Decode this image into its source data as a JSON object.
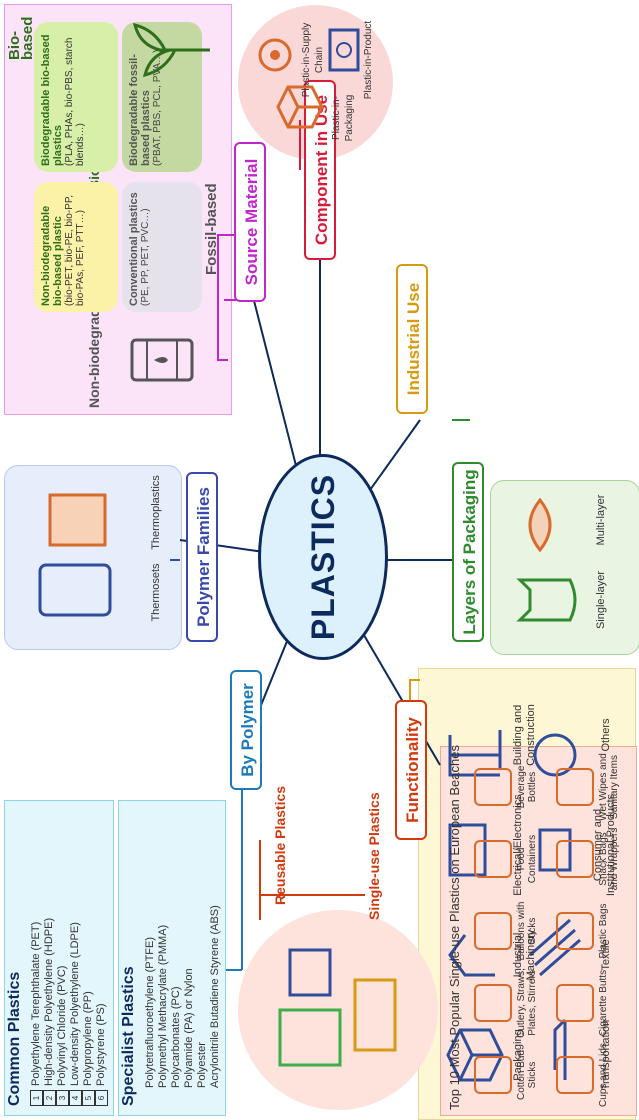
{
  "center_label": "PLASTICS",
  "branches": {
    "source_material": "Source Material",
    "component_in_use": "Component in Use",
    "industrial_use": "Industrial Use",
    "layers_of_packaging": "Layers of Packaging",
    "functionality": "Functionality",
    "by_polymer": "By Polymer",
    "polymer_families": "Polymer Families"
  },
  "source_material": {
    "bio_based": "Bio-based",
    "fossil_based": "Fossil-based",
    "biodegradable": "Biodegradable",
    "non_biodegradable": "Non-biodegradable",
    "q1_title": "Non-biodegradable bio-based plastic",
    "q1_desc": "(bio-PET, bio-PE, bio-PP, bio-PAs, PEF, PTT…)",
    "q2_title": "Biodegradable bio-based plastics",
    "q2_desc": "(PLA, PHAs, bio-PBS, starch blends…)",
    "q3_title": "Conventional plastics",
    "q3_desc": "(PE, PP, PET, PVC…)",
    "q4_title": "Biodegradable fossil-based plastics",
    "q4_desc": "(PBAT, PBS, PCL, PVA…)"
  },
  "component_in_use": {
    "items": [
      "Plastic-in-Supply Chain",
      "Plastic-in-Product",
      "Plastic-in-Packaging"
    ]
  },
  "industrial_use": {
    "items": [
      "Packaging",
      "Industrial Machinery",
      "Electrical/Electronics",
      "Building and Construction",
      "Transportation",
      "Textile",
      "Consumer and Institutional Products",
      "Others"
    ]
  },
  "layers_of_packaging": {
    "items": [
      "Single-layer",
      "Multi-layer"
    ]
  },
  "polymer_families": {
    "items": [
      "Thermosets",
      "Thermoplastics"
    ]
  },
  "by_polymer": {
    "common_title": "Common Plastics",
    "common": [
      {
        "code": "1",
        "label": "Polyethylene Terephthalate (PET)"
      },
      {
        "code": "2",
        "label": "High-density Polyethylene (HDPE)"
      },
      {
        "code": "3",
        "label": "Polyvinyl Chloride (PVC)"
      },
      {
        "code": "4",
        "label": "Low-density Polyethylene (LDPE)"
      },
      {
        "code": "5",
        "label": "Polypropylene (PP)"
      },
      {
        "code": "6",
        "label": "Polystyrene (PS)"
      }
    ],
    "specialist_title": "Specialist Plastics",
    "specialist": [
      "Polytetrafluoroethylene (PTFE)",
      "Polymethyl Methacrylate (PMMA)",
      "Polycarbonates (PC)",
      "Polyamide (PA) or Nylon",
      "Polyester",
      "Acrylonitrile Butadiene Styrene (ABS)"
    ]
  },
  "functionality": {
    "reusable": "Reusable Plastics",
    "single_use": "Single-use Plastics",
    "top10_title": "Top 10 Most Popular Single-use Plastics on European Beaches",
    "top10": [
      "Cotton Bud Sticks",
      "Cutlery, Straws, Plates, Stirrers",
      "Balloons with Sticks",
      "Food Containers",
      "Beverage Bottles",
      "Cups and Lids",
      "Cigarette Butts",
      "Plastic Bags",
      "Snack Bags and Wrappers",
      "Wet Wipes and Sanitary Items"
    ]
  },
  "colors": {
    "navy": "#0d2a5c",
    "source": "#c026c9",
    "component": "#d81b3a",
    "industrial": "#d89a10",
    "layers": "#2e8b2e",
    "functionality": "#d4380d",
    "by_polymer": "#1f7ab8",
    "families": "#3949ab",
    "icon_blue": "#2f4d9a",
    "icon_orange": "#d86a2c",
    "bio_green": "#2f6e1a"
  }
}
